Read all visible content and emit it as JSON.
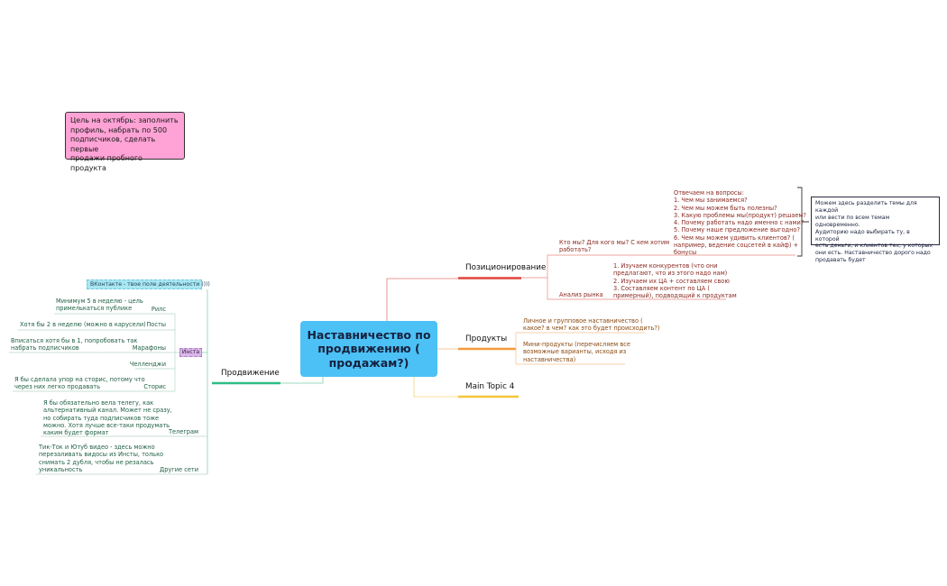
{
  "central_topic": "Наставничество по\nпродвижению (\nпродажам?)",
  "floating_note": "Цель на октябрь: заполнить\nпрофиль, набрать по 500\nподписчиков, сделать первые\nпродажи пробного продукта",
  "colors": {
    "central": "#4cc1f6",
    "positioning": "#e0443a",
    "products": "#f39a3a",
    "main_topic_4": "#f4c53a",
    "promotion": "#2ebd86",
    "note_pink": "#ffa3d6"
  },
  "positioning": {
    "title": "Позиционирование",
    "who": {
      "label": "Кто мы? Для кого мы? С кем хотим\nработать?",
      "answers": "Отвечаем на вопросы:\n1. Чем мы занимаемся?\n2. Чем мы можем быть полезны?\n3. Какую проблемы мы(продукт) решаем?\n4. Почему работать надо именно с нами?\n5. Почему наше предложение выгодно?\n6. Чем мы можем удивить клиентов? (\nнапример, ведение соцсетей в кайф) +\nбонусы"
    },
    "summary": "Можем здесь разделить темы для каждой\nили вести по всем темам одновременно.\nАудиторию надо выбирать ту, в которой\nесть деньги, и клиентов тех, у которых\nони есть. Наставничество дорого надо\nпродавать будет",
    "market": {
      "label": "Анализ рынка",
      "detail": "1. Изучаем конкурентов (что они\nпредлагают, что из этого надо нам)\n2. Изучаем их ЦА + составляем свою\n3. Составляем контент по ЦА (\nпримерный), подводящий к продуктам"
    }
  },
  "products": {
    "title": "Продукты",
    "items": [
      "Личное и групповое наставничество (\nкакое? в чем? как это будет происходить?)",
      "Мини-продукты (перечисляем все\nвозможные варианты, исходя из\nнаставничества)"
    ]
  },
  "main_topic_4": {
    "title": "Main Topic 4"
  },
  "promotion": {
    "title": "Продвижение",
    "vk": "ВКонтакте - твое поле деятельности ))))",
    "insta": {
      "label": "Инста",
      "items": [
        {
          "label": "Рилс",
          "note": "Минимум 5 в неделю - цель\nпримелькаться публике"
        },
        {
          "label": "Посты",
          "note": "Хотя бы 2 в неделю (можно в карусели)"
        },
        {
          "label": "Марафоны",
          "note": "Вписаться хотя бы в 1, попробовать так\nнабрать подписчиков"
        },
        {
          "label": "Челленджи",
          "note": ""
        },
        {
          "label": "Сторис",
          "note": "Я бы сделала упор на сторис, потому что\nчерез них легко продавать"
        }
      ]
    },
    "telegram": {
      "label": "Телеграм",
      "note": "Я бы обязательно вела телегу, как\nальтернативный канал. Может не сразу,\nно собирать туда подписчиков тоже\nможно. Хотя лучше все-таки продумать\nкаким будет формат"
    },
    "other": {
      "label": "Другие сети",
      "note": "Тик-Ток и Ютуб видео - здесь можно\nперезаливать видосы из Инсты, только\nснимать 2 дубля, чтобы не резалась\nуникальность"
    }
  }
}
